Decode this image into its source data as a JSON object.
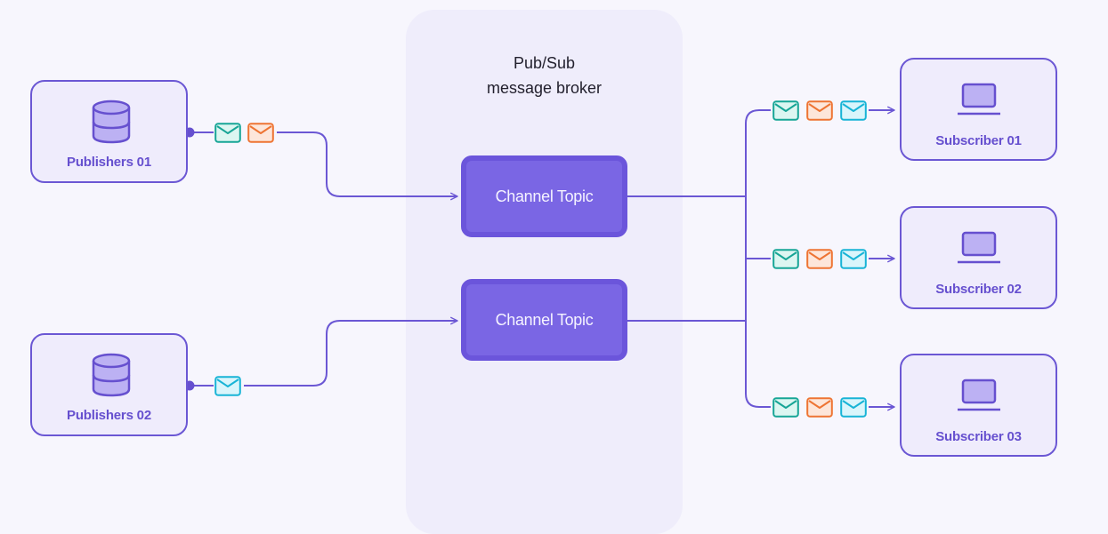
{
  "broker": {
    "title_line1": "Pub/Sub",
    "title_line2": "message broker"
  },
  "publishers": [
    {
      "label": "Publishers 01",
      "icon": "database-icon",
      "messages": [
        "teal",
        "orange"
      ]
    },
    {
      "label": "Publishers 02",
      "icon": "database-icon",
      "messages": [
        "cyan"
      ]
    }
  ],
  "topics": [
    {
      "label": "Channel Topic"
    },
    {
      "label": "Channel Topic"
    }
  ],
  "subscribers": [
    {
      "label": "Subscriber 01",
      "icon": "laptop-icon",
      "messages": [
        "teal",
        "orange",
        "cyan"
      ]
    },
    {
      "label": "Subscriber 02",
      "icon": "laptop-icon",
      "messages": [
        "teal",
        "orange",
        "cyan"
      ]
    },
    {
      "label": "Subscriber 03",
      "icon": "laptop-icon",
      "messages": [
        "teal",
        "orange",
        "cyan"
      ]
    }
  ],
  "colors": {
    "accent": "#6b57d4",
    "topic_fill": "#7a66e4",
    "message_teal": "#17a596",
    "message_orange": "#ee7433",
    "message_cyan": "#18b4d6",
    "background": "#f7f6fd",
    "broker_fill": "#efedfb"
  }
}
